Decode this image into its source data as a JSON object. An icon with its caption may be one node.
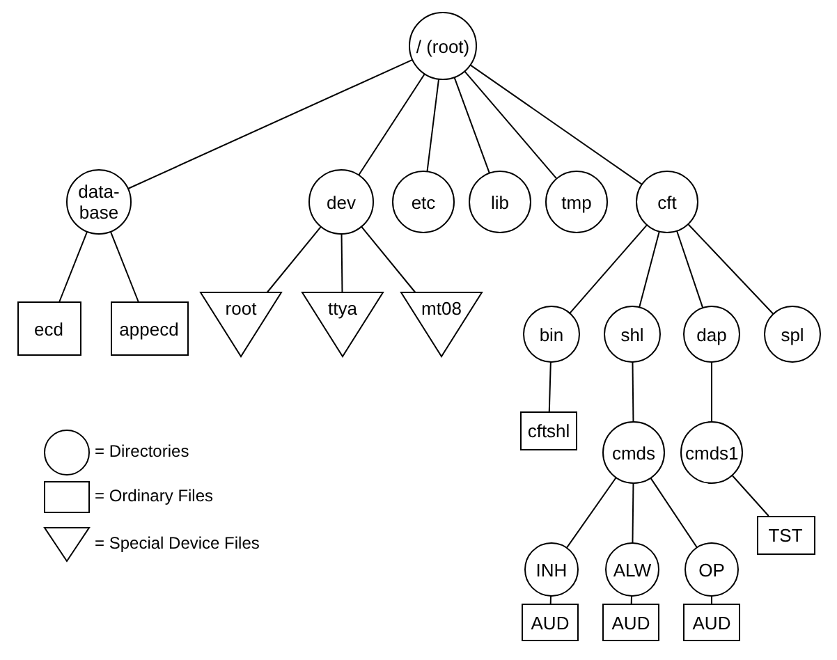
{
  "diagram": {
    "nodes": [
      {
        "text": [
          "/ (root)"
        ]
      },
      {
        "text": [
          "data- base"
        ]
      },
      {
        "text": [
          "dev"
        ]
      },
      {
        "text": [
          "etc"
        ]
      },
      {
        "text": [
          "lib"
        ]
      },
      {
        "text": [
          "tmp"
        ]
      },
      {
        "text": [
          "cft"
        ]
      },
      {
        "text": [
          "ecd"
        ]
      },
      {
        "text": [
          "appecd"
        ]
      },
      {
        "text": [
          "root"
        ]
      },
      {
        "text": [
          "ttya"
        ]
      },
      {
        "text": [
          "mt08"
        ]
      },
      {
        "text": [
          "bin"
        ]
      },
      {
        "text": [
          "shl"
        ]
      },
      {
        "text": [
          "dap"
        ]
      },
      {
        "text": [
          "spl"
        ]
      },
      {
        "text": [
          "cftshl"
        ]
      },
      {
        "text": [
          "cmds"
        ]
      },
      {
        "text": [
          "cmds1"
        ]
      },
      {
        "text": [
          "INH"
        ]
      },
      {
        "text": [
          "ALW"
        ]
      },
      {
        "text": [
          "OP"
        ]
      },
      {
        "text": [
          "AUD"
        ]
      },
      {
        "text": [
          "AUD"
        ]
      },
      {
        "text": [
          "AUD"
        ]
      },
      {
        "text": [
          "TST"
        ]
      }
    ],
    "edges": [
      {
        "from": 0,
        "to": 1,
        "arrow": "none"
      },
      {
        "from": 0,
        "to": 2,
        "arrow": "none"
      },
      {
        "from": 0,
        "to": 3,
        "arrow": "none"
      },
      {
        "from": 0,
        "to": 4,
        "arrow": "none"
      },
      {
        "from": 0,
        "to": 5,
        "arrow": "none"
      },
      {
        "from": 0,
        "to": 6,
        "arrow": "none"
      },
      {
        "from": 1,
        "to": 7,
        "arrow": "none"
      },
      {
        "from": 1,
        "to": 8,
        "arrow": "none"
      },
      {
        "from": 2,
        "to": 9,
        "arrow": "none"
      },
      {
        "from": 2,
        "to": 10,
        "arrow": "none"
      },
      {
        "from": 2,
        "to": 11,
        "arrow": "none"
      },
      {
        "from": 6,
        "to": 12,
        "arrow": "none"
      },
      {
        "from": 6,
        "to": 13,
        "arrow": "none"
      },
      {
        "from": 6,
        "to": 14,
        "arrow": "none"
      },
      {
        "from": 6,
        "to": 15,
        "arrow": "none"
      },
      {
        "from": 12,
        "to": 16,
        "arrow": "none"
      },
      {
        "from": 13,
        "to": 17,
        "arrow": "none"
      },
      {
        "from": 14,
        "to": 18,
        "arrow": "none"
      },
      {
        "from": 17,
        "to": 19,
        "arrow": "none"
      },
      {
        "from": 17,
        "to": 20,
        "arrow": "none"
      },
      {
        "from": 17,
        "to": 21,
        "arrow": "none"
      },
      {
        "from": 18,
        "to": 25,
        "arrow": "none"
      },
      {
        "from": 19,
        "to": 22,
        "arrow": "none"
      },
      {
        "from": 20,
        "to": 23,
        "arrow": "none"
      },
      {
        "from": 21,
        "to": 24,
        "arrow": "none"
      }
    ],
    "legend": [
      {
        "text": "= Directories"
      },
      {
        "text": "= Ordinary Files"
      },
      {
        "text": "= Special Device Files"
      }
    ]
  }
}
